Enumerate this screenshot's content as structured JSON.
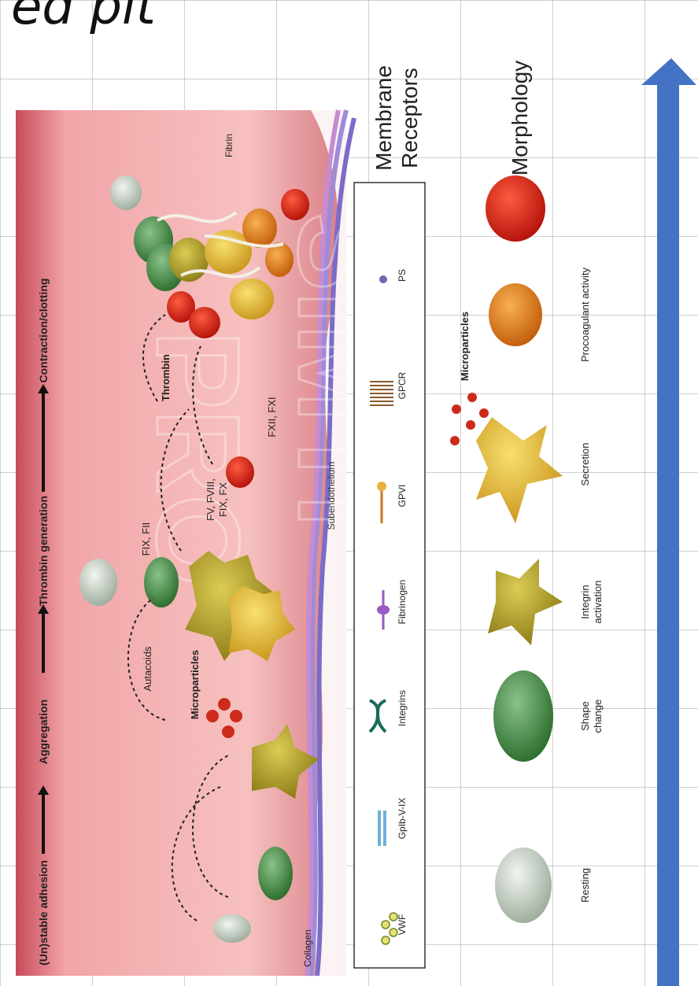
{
  "page": {
    "title_fragment": "ed pit"
  },
  "figure": {
    "process_steps": [
      {
        "label": "(Un)stable adhesion"
      },
      {
        "label": "Aggregation"
      },
      {
        "label": "Thrombin generation"
      },
      {
        "label": "Contraction/clotting"
      }
    ],
    "annotations": {
      "microparticles": "Microparticles",
      "autacoids": "Autacoids",
      "thrombin": "Thrombin",
      "fix_fii": "FIX, FII",
      "fv_fviii": "FV, FVIII,",
      "fix_fx": "FIX, FX",
      "fxii_fxi": "FXII, FXI",
      "fibrin": "Fibrin",
      "collagen": "Collagen",
      "subendothelium": "Subendothelium"
    },
    "receptors_header": [
      "Membrane",
      "Receptors"
    ],
    "receptors": [
      {
        "label": "VWF",
        "icon": "vwf-icon"
      },
      {
        "label": "GpIb-V-IX",
        "icon": "gpib-icon"
      },
      {
        "label": "Integrins",
        "icon": "integrin-icon"
      },
      {
        "label": "Fibrinogen",
        "icon": "fibrinogen-icon"
      },
      {
        "label": "GPVI",
        "icon": "gpvi-icon"
      },
      {
        "label": "GPCR",
        "icon": "gpcr-icon"
      },
      {
        "label": "PS",
        "icon": "ps-icon"
      }
    ],
    "morphology_header": "Morphology",
    "microparticles_label": "Microparticles",
    "morphology": [
      {
        "label": "Resting",
        "color": "#c8d4c8"
      },
      {
        "label": "Shape change",
        "line1": "Shape",
        "line2": "change",
        "color": "#3f8a3f"
      },
      {
        "label": "Integrin activation",
        "line1": "Integrin",
        "line2": "activation",
        "color": "#b5a52a"
      },
      {
        "label": "Secretion",
        "color": "#e8c030"
      },
      {
        "label": "Procoagulant activity",
        "color": "#e8861a"
      },
      {
        "label": "",
        "color": "#e02010"
      }
    ],
    "watermark": [
      "SIMTI",
      "PRO"
    ],
    "colors": {
      "vessel": "#f0a0a0",
      "arrow": "#4472c4",
      "resting": "#c8d4c8",
      "shape_change": "#3f8a3f",
      "integrin_activation": "#b5a52a",
      "secretion": "#e8c030",
      "procoagulant": "#e8861a",
      "red_platelet": "#e02010"
    }
  }
}
